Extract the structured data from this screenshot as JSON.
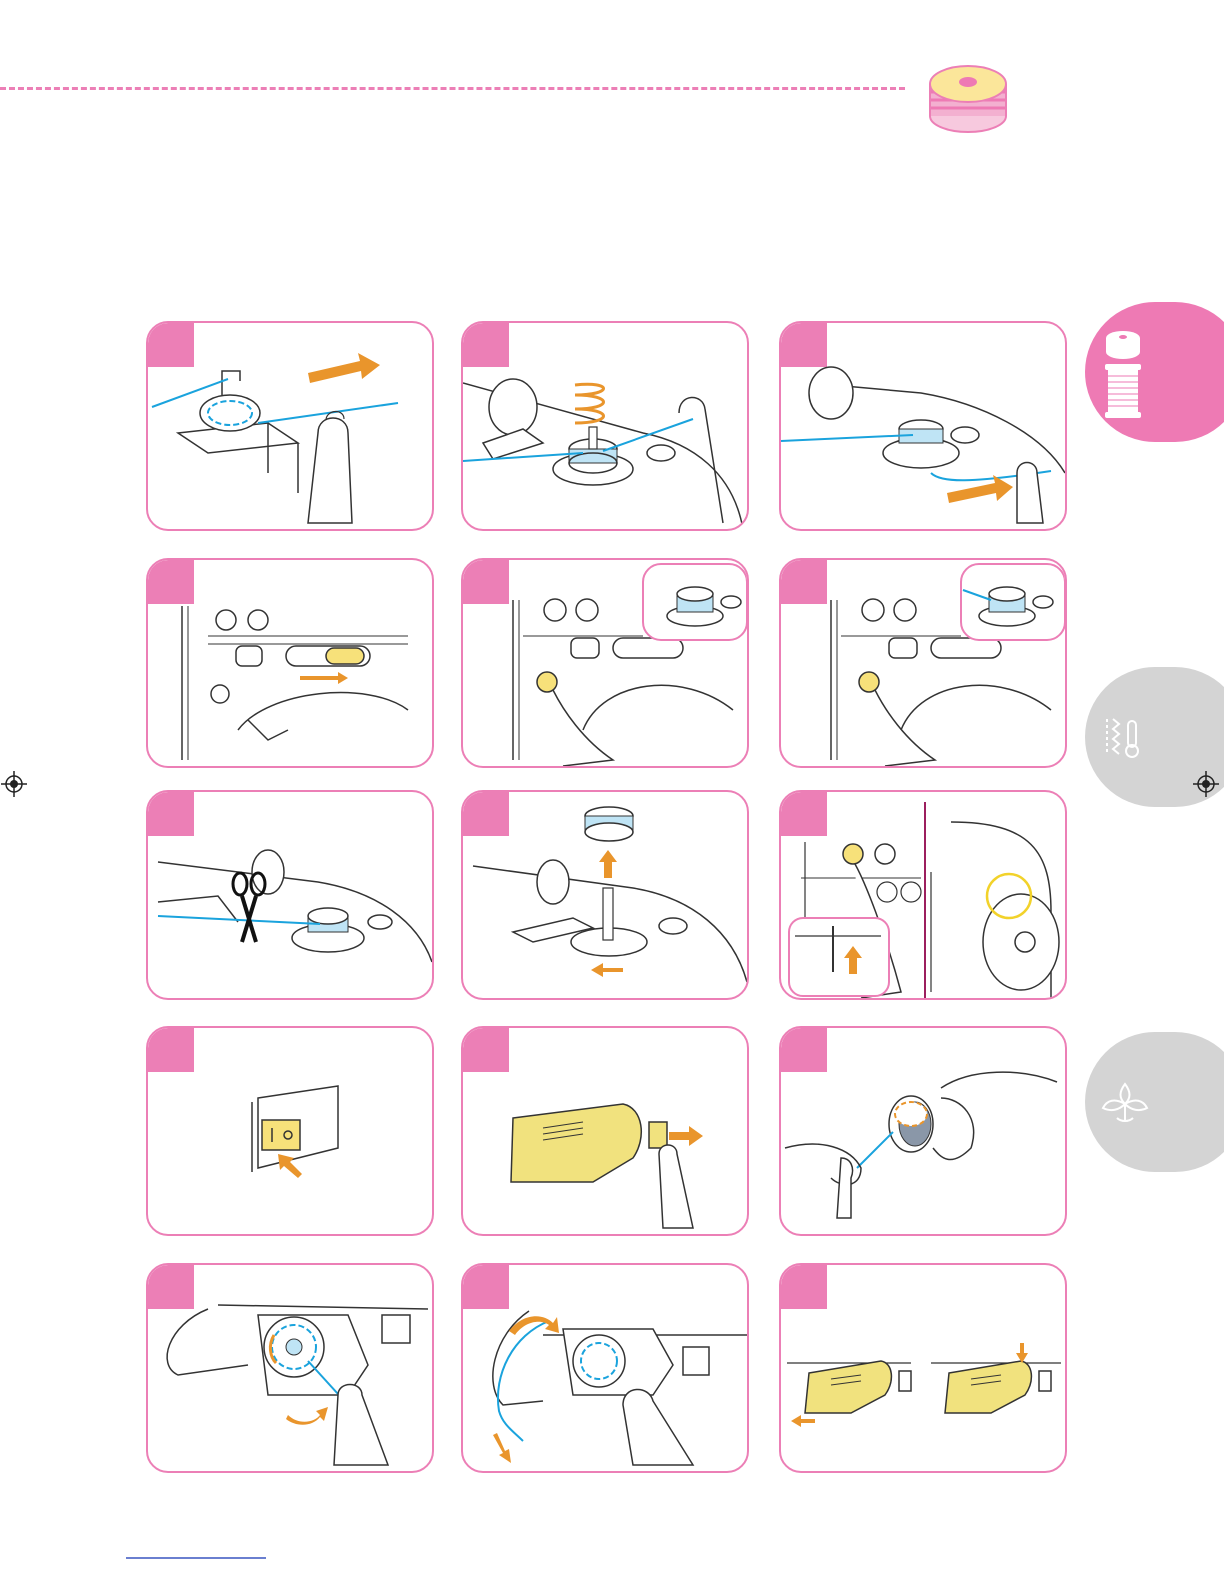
{
  "header": {
    "decor_icon": "bobbin-icon",
    "accent_color": "#ec7fb6"
  },
  "side_tabs": [
    {
      "icon": "bobbin-and-thread-spool-icon",
      "color": "#ee7ab4",
      "active": true
    },
    {
      "icon": "stitch-and-thermometer-icon",
      "color": "#d4d4d4",
      "active": false
    },
    {
      "icon": "embroidery-flower-icon",
      "color": "#d4d4d4",
      "active": false
    }
  ],
  "steps": [
    {
      "illustration": "thread-around-pretension-disc"
    },
    {
      "illustration": "wind-thread-around-bobbin-on-spindle"
    },
    {
      "illustration": "pass-thread-through-bobbin-base-slit"
    },
    {
      "illustration": "slide-speed-control-to-right"
    },
    {
      "illustration": "press-start-stop-button"
    },
    {
      "illustration": "press-start-stop-button-to-stop"
    },
    {
      "illustration": "cut-thread-with-scissors"
    },
    {
      "illustration": "remove-bobbin-from-spindle"
    },
    {
      "illustration": "raise-needle-with-needle-position-button"
    },
    {
      "illustration": "turn-off-main-power-switch"
    },
    {
      "illustration": "slide-bobbin-cover-latch-right"
    },
    {
      "illustration": "hold-bobbin-with-thread-unwinding-left"
    },
    {
      "illustration": "insert-bobbin-in-bobbin-case"
    },
    {
      "illustration": "guide-thread-through-slit"
    },
    {
      "illustration": "reattach-bobbin-cover"
    }
  ]
}
